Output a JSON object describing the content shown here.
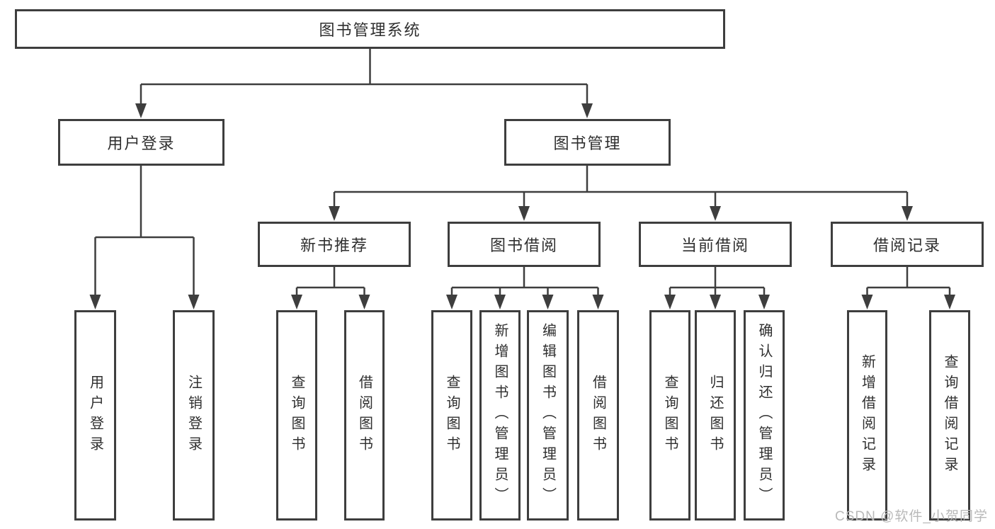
{
  "tree": {
    "root": {
      "label": "图书管理系统",
      "children": [
        {
          "label": "用户登录",
          "children": [
            {
              "label": "用户登录"
            },
            {
              "label": "注销登录"
            }
          ]
        },
        {
          "label": "图书管理",
          "children": [
            {
              "label": "新书推荐",
              "children": [
                {
                  "label": "查询图书"
                },
                {
                  "label": "借阅图书"
                }
              ]
            },
            {
              "label": "图书借阅",
              "children": [
                {
                  "label": "查询图书"
                },
                {
                  "label": "新增图书（管理员）"
                },
                {
                  "label": "编辑图书（管理员）"
                },
                {
                  "label": "借阅图书"
                }
              ]
            },
            {
              "label": "当前借阅",
              "children": [
                {
                  "label": "查询图书"
                },
                {
                  "label": "归还图书"
                },
                {
                  "label": "确认归还（管理员）"
                }
              ]
            },
            {
              "label": "借阅记录",
              "children": [
                {
                  "label": "新增借阅记录"
                },
                {
                  "label": "查询借阅记录"
                }
              ]
            }
          ]
        }
      ]
    }
  },
  "watermark": {
    "text": "CSDN @软件_小贺同学"
  },
  "colors": {
    "line": "#3e3e3e",
    "box_border": "#3e3e3e",
    "text": "#2f2f2f",
    "watermark": "#b9b9b9",
    "background": "#ffffff"
  }
}
